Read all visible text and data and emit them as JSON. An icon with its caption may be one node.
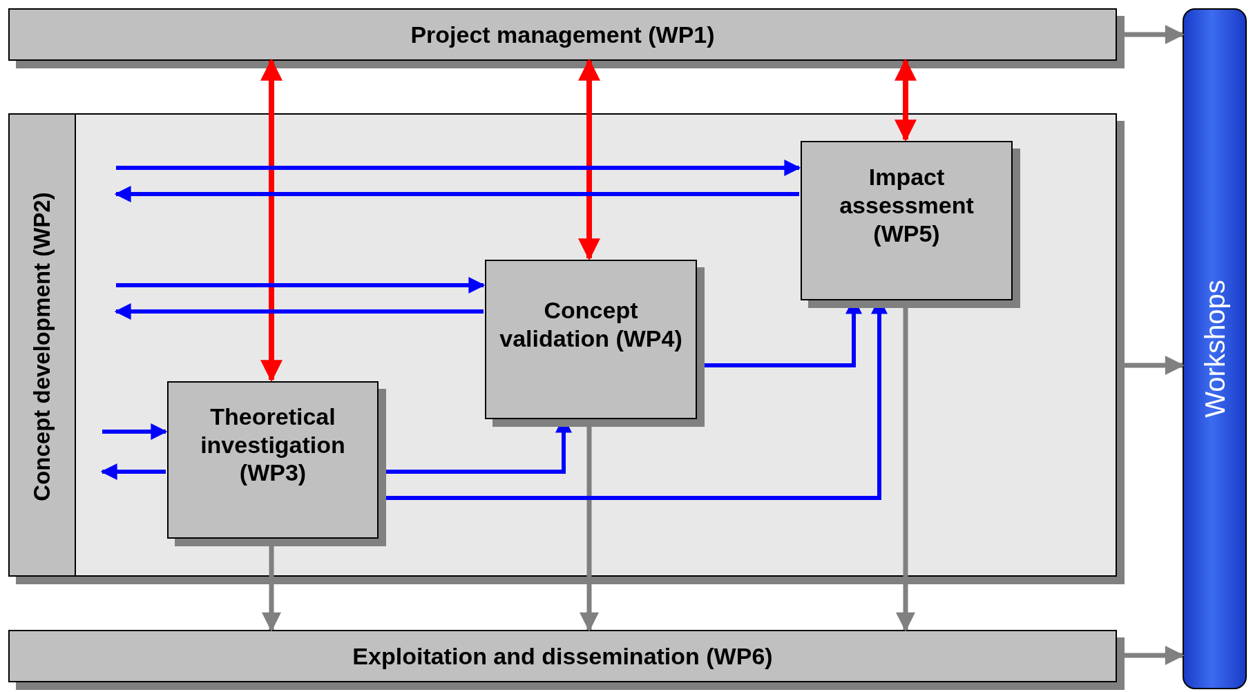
{
  "diagram": {
    "nodes": [
      {
        "text": [
          "Project management (WP1)"
        ]
      },
      {
        "text": [
          "Concept development (WP2)"
        ]
      },
      {
        "text": [
          "Theoretical investigation (WP3)"
        ],
        "in": 1
      },
      {
        "text": [
          "Concept validation (WP4)"
        ],
        "in": 1
      },
      {
        "text": [
          "Impact assessment (WP5)"
        ],
        "in": 1
      },
      {
        "text": [
          "Exploitation and dissemination (WP6)"
        ]
      },
      {
        "text": [
          "Workshops"
        ]
      }
    ],
    "edges": [
      {
        "from": 0,
        "to": 2,
        "arrow": "both",
        "color": "#ff0000"
      },
      {
        "from": 0,
        "to": 3,
        "arrow": "both",
        "color": "#ff0000"
      },
      {
        "from": 0,
        "to": 4,
        "arrow": "both",
        "color": "#ff0000"
      },
      {
        "from": null,
        "to": 4,
        "arrow": "to"
      },
      {
        "from": 4,
        "to": null,
        "arrow": "to"
      },
      {
        "from": null,
        "to": 3,
        "arrow": "to"
      },
      {
        "from": 3,
        "to": null,
        "arrow": "to"
      },
      {
        "from": null,
        "to": 2,
        "arrow": "to"
      },
      {
        "from": 2,
        "to": null,
        "arrow": "to"
      },
      {
        "from": 2,
        "to": 3,
        "arrow": "to"
      },
      {
        "from": 2,
        "to": 4,
        "arrow": "to"
      },
      {
        "from": 3,
        "to": 4,
        "arrow": "to"
      },
      {
        "from": 2,
        "to": 5,
        "arrow": "to",
        "color": "#808080"
      },
      {
        "from": 3,
        "to": 5,
        "arrow": "to",
        "color": "#808080"
      },
      {
        "from": 4,
        "to": 5,
        "arrow": "to",
        "color": "#808080"
      },
      {
        "from": 0,
        "to": 6,
        "arrow": "to",
        "color": "#808080"
      },
      {
        "from": 1,
        "to": 6,
        "arrow": "to",
        "color": "#808080"
      },
      {
        "from": 5,
        "to": 6,
        "arrow": "to",
        "color": "#808080"
      }
    ]
  }
}
